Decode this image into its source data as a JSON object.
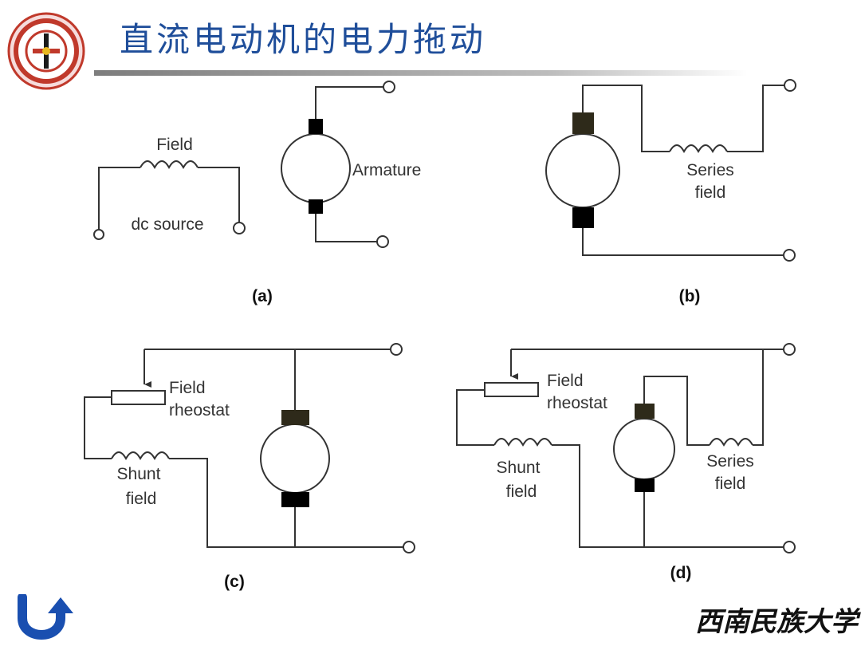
{
  "slide": {
    "title": "直流电动机的电力拖动",
    "footer_logo_text": "西南民族大学"
  },
  "circuits": {
    "a": {
      "caption": "(a)",
      "field_label": "Field",
      "source_label": "dc source",
      "armature_label": "Armature"
    },
    "b": {
      "caption": "(b)",
      "series_label_line1": "Series",
      "series_label_line2": "field"
    },
    "c": {
      "caption": "(c)",
      "rheostat_label_line1": "Field",
      "rheostat_label_line2": "rheostat",
      "shunt_label_line1": "Shunt",
      "shunt_label_line2": "field"
    },
    "d": {
      "caption": "(d)",
      "rheostat_label_line1": "Field",
      "rheostat_label_line2": "rheostat",
      "shunt_label_line1": "Shunt",
      "shunt_label_line2": "field",
      "series_label_line1": "Series",
      "series_label_line2": "field"
    }
  },
  "colors": {
    "title": "#1f4e9a",
    "wire": "#333333",
    "brush_dark": "#2e2a1a",
    "brush_black": "#000000",
    "logo_red": "#c0392b",
    "nav_blue": "#1a4fb0"
  },
  "icons": {
    "logo": "university-seal-icon",
    "nav": "return-arrow-icon"
  }
}
